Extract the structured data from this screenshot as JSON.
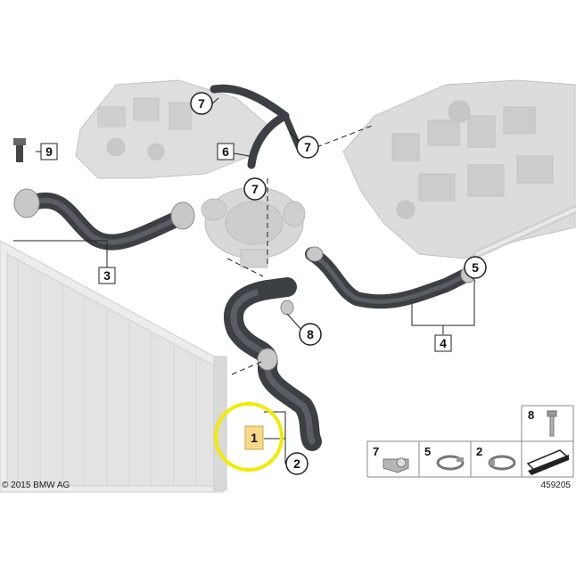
{
  "copyright": "© 2015 BMW AG",
  "diagram_number": "459205",
  "callouts": {
    "c1": "1",
    "c2": "2",
    "c3": "3",
    "c4": "4",
    "c5": "5",
    "c6": "6",
    "c7a": "7",
    "c7b": "7",
    "c7c": "7",
    "c8": "8",
    "c9": "9"
  },
  "legend": {
    "item_8": "8",
    "item_7": "7",
    "item_5": "5",
    "item_2": "2"
  },
  "colors": {
    "highlight_circle": "#f2ea00",
    "part_highlight": "#f7d98a",
    "hose": "#3c3f44",
    "engine_grey": "#d9d9d9"
  }
}
